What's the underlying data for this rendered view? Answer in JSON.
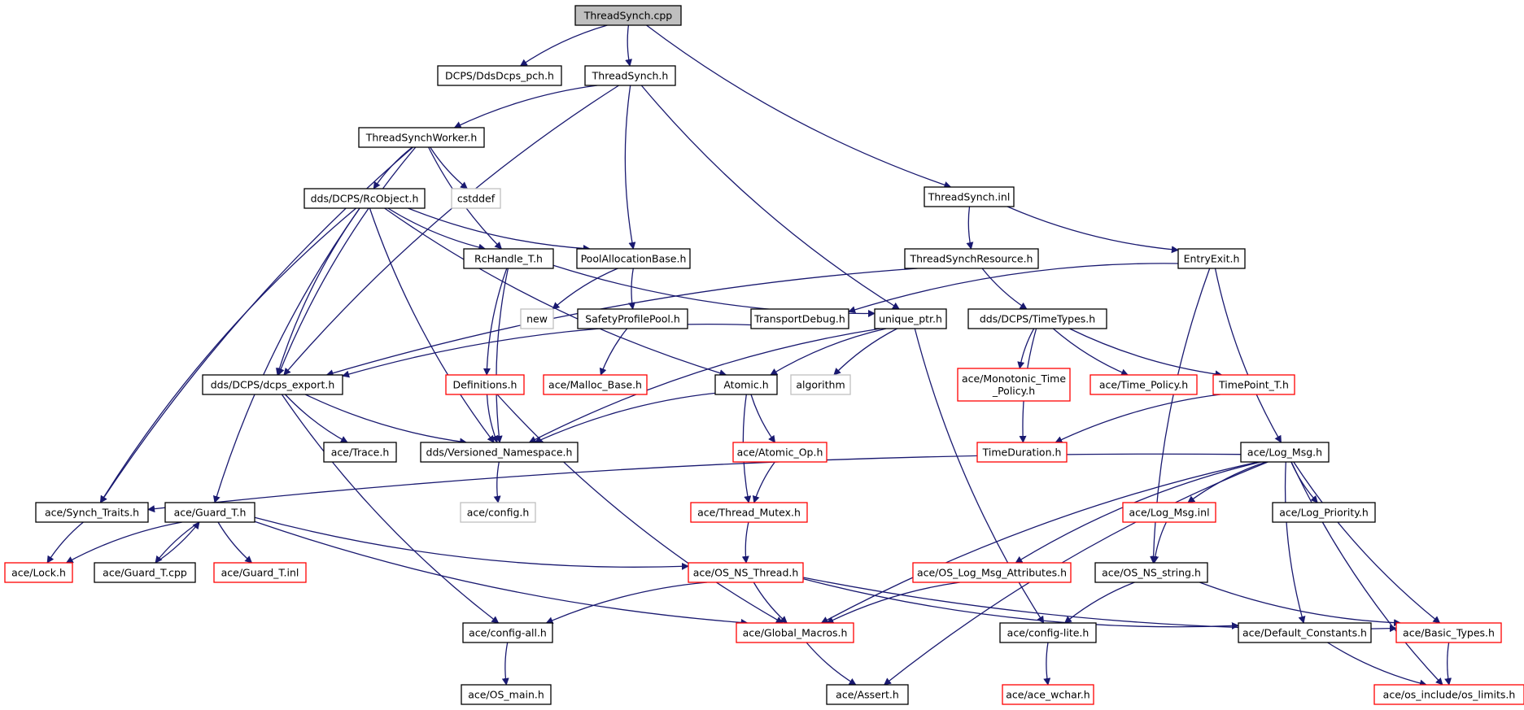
{
  "colors": {
    "edge": "#191970",
    "box_default": "#000000",
    "box_missing": "#ff0000",
    "box_external": "#bfbfbf",
    "root_fill": "#bfbfbf",
    "fill": "#ffffff"
  },
  "nodes": [
    {
      "id": "n0",
      "label": "ThreadSynch.cpp",
      "style": "root"
    },
    {
      "id": "n1",
      "label": "DCPS/DdsDcps_pch.h",
      "style": "normal"
    },
    {
      "id": "n2",
      "label": "ThreadSynch.h",
      "style": "normal"
    },
    {
      "id": "n3",
      "label": "ThreadSynchWorker.h",
      "style": "normal"
    },
    {
      "id": "n4",
      "label": "ThreadSynch.inl",
      "style": "normal"
    },
    {
      "id": "n5",
      "label": "dds/DCPS/RcObject.h",
      "style": "normal"
    },
    {
      "id": "n6",
      "label": "cstddef",
      "style": "external"
    },
    {
      "id": "n7",
      "label": "RcHandle_T.h",
      "style": "normal"
    },
    {
      "id": "n8",
      "label": "PoolAllocationBase.h",
      "style": "normal"
    },
    {
      "id": "n9",
      "label": "ThreadSynchResource.h",
      "style": "normal"
    },
    {
      "id": "n10",
      "label": "EntryExit.h",
      "style": "normal"
    },
    {
      "id": "n11",
      "label": "new",
      "style": "external"
    },
    {
      "id": "n12",
      "label": "SafetyProfilePool.h",
      "style": "normal"
    },
    {
      "id": "n13",
      "label": "TransportDebug.h",
      "style": "normal"
    },
    {
      "id": "n14",
      "label": "unique_ptr.h",
      "style": "normal"
    },
    {
      "id": "n15",
      "label": "dds/DCPS/TimeTypes.h",
      "style": "normal"
    },
    {
      "id": "n16",
      "label": "dds/DCPS/dcps_export.h",
      "style": "normal"
    },
    {
      "id": "n17",
      "label": "Definitions.h",
      "style": "missing"
    },
    {
      "id": "n18",
      "label": "ace/Malloc_Base.h",
      "style": "missing"
    },
    {
      "id": "n19",
      "label": "Atomic.h",
      "style": "normal"
    },
    {
      "id": "n20",
      "label": "algorithm",
      "style": "external"
    },
    {
      "id": "n21",
      "label": "ace/Monotonic_Time\n_Policy.h",
      "style": "missing"
    },
    {
      "id": "n22",
      "label": "ace/Time_Policy.h",
      "style": "missing"
    },
    {
      "id": "n23",
      "label": "TimePoint_T.h",
      "style": "missing"
    },
    {
      "id": "n24",
      "label": "ace/Trace.h",
      "style": "normal"
    },
    {
      "id": "n25",
      "label": "dds/Versioned_Namespace.h",
      "style": "normal"
    },
    {
      "id": "n26",
      "label": "ace/Atomic_Op.h",
      "style": "missing"
    },
    {
      "id": "n27",
      "label": "TimeDuration.h",
      "style": "missing"
    },
    {
      "id": "n28",
      "label": "ace/Log_Msg.h",
      "style": "normal"
    },
    {
      "id": "n29",
      "label": "ace/Synch_Traits.h",
      "style": "normal"
    },
    {
      "id": "n30",
      "label": "ace/Guard_T.h",
      "style": "normal"
    },
    {
      "id": "n31",
      "label": "ace/config.h",
      "style": "external"
    },
    {
      "id": "n32",
      "label": "ace/Thread_Mutex.h",
      "style": "missing"
    },
    {
      "id": "n33",
      "label": "ace/Log_Msg.inl",
      "style": "missing"
    },
    {
      "id": "n34",
      "label": "ace/Log_Priority.h",
      "style": "normal"
    },
    {
      "id": "n35",
      "label": "ace/Lock.h",
      "style": "missing"
    },
    {
      "id": "n36",
      "label": "ace/Guard_T.cpp",
      "style": "normal"
    },
    {
      "id": "n37",
      "label": "ace/Guard_T.inl",
      "style": "missing"
    },
    {
      "id": "n38",
      "label": "ace/OS_NS_Thread.h",
      "style": "missing"
    },
    {
      "id": "n39",
      "label": "ace/OS_Log_Msg_Attributes.h",
      "style": "missing"
    },
    {
      "id": "n40",
      "label": "ace/OS_NS_string.h",
      "style": "normal"
    },
    {
      "id": "n41",
      "label": "ace/config-all.h",
      "style": "normal"
    },
    {
      "id": "n42",
      "label": "ace/Global_Macros.h",
      "style": "missing"
    },
    {
      "id": "n43",
      "label": "ace/config-lite.h",
      "style": "normal"
    },
    {
      "id": "n44",
      "label": "ace/Default_Constants.h",
      "style": "normal"
    },
    {
      "id": "n45",
      "label": "ace/Basic_Types.h",
      "style": "missing"
    },
    {
      "id": "n46",
      "label": "ace/OS_main.h",
      "style": "normal"
    },
    {
      "id": "n47",
      "label": "ace/Assert.h",
      "style": "normal"
    },
    {
      "id": "n48",
      "label": "ace/ace_wchar.h",
      "style": "missing"
    },
    {
      "id": "n49",
      "label": "ace/os_include/os_limits.h",
      "style": "missing"
    }
  ],
  "edges": [
    [
      "n0",
      "n1"
    ],
    [
      "n0",
      "n2"
    ],
    [
      "n0",
      "n4"
    ],
    [
      "n2",
      "n3"
    ],
    [
      "n2",
      "n8"
    ],
    [
      "n2",
      "n14"
    ],
    [
      "n2",
      "n16"
    ],
    [
      "n3",
      "n5"
    ],
    [
      "n3",
      "n6"
    ],
    [
      "n3",
      "n7"
    ],
    [
      "n3",
      "n16"
    ],
    [
      "n3",
      "n29"
    ],
    [
      "n4",
      "n9"
    ],
    [
      "n4",
      "n10"
    ],
    [
      "n5",
      "n7"
    ],
    [
      "n5",
      "n8"
    ],
    [
      "n5",
      "n16"
    ],
    [
      "n5",
      "n19"
    ],
    [
      "n5",
      "n25"
    ],
    [
      "n5",
      "n29"
    ],
    [
      "n5",
      "n30"
    ],
    [
      "n7",
      "n14"
    ],
    [
      "n7",
      "n17"
    ],
    [
      "n7",
      "n25"
    ],
    [
      "n8",
      "n11"
    ],
    [
      "n8",
      "n12"
    ],
    [
      "n12",
      "n18"
    ],
    [
      "n9",
      "n16"
    ],
    [
      "n9",
      "n15"
    ],
    [
      "n10",
      "n13"
    ],
    [
      "n10",
      "n28"
    ],
    [
      "n10",
      "n40"
    ],
    [
      "n13",
      "n16"
    ],
    [
      "n14",
      "n19"
    ],
    [
      "n14",
      "n20"
    ],
    [
      "n14",
      "n25"
    ],
    [
      "n14",
      "n43"
    ],
    [
      "n15",
      "n21"
    ],
    [
      "n15",
      "n22"
    ],
    [
      "n15",
      "n23"
    ],
    [
      "n15",
      "n27"
    ],
    [
      "n23",
      "n27"
    ],
    [
      "n16",
      "n24"
    ],
    [
      "n16",
      "n25"
    ],
    [
      "n16",
      "n41"
    ],
    [
      "n17",
      "n25"
    ],
    [
      "n17",
      "n42"
    ],
    [
      "n19",
      "n25"
    ],
    [
      "n19",
      "n26"
    ],
    [
      "n19",
      "n32"
    ],
    [
      "n26",
      "n32"
    ],
    [
      "n25",
      "n31"
    ],
    [
      "n28",
      "n29"
    ],
    [
      "n28",
      "n33"
    ],
    [
      "n28",
      "n34"
    ],
    [
      "n28",
      "n39"
    ],
    [
      "n28",
      "n42"
    ],
    [
      "n28",
      "n44"
    ],
    [
      "n28",
      "n45"
    ],
    [
      "n28",
      "n47"
    ],
    [
      "n28",
      "n49"
    ],
    [
      "n29",
      "n35"
    ],
    [
      "n30",
      "n35"
    ],
    [
      "n30",
      "n36"
    ],
    [
      "n30",
      "n37"
    ],
    [
      "n30",
      "n38"
    ],
    [
      "n30",
      "n42"
    ],
    [
      "n36",
      "n30"
    ],
    [
      "n32",
      "n38"
    ],
    [
      "n33",
      "n40"
    ],
    [
      "n38",
      "n41"
    ],
    [
      "n38",
      "n42"
    ],
    [
      "n38",
      "n44"
    ],
    [
      "n38",
      "n45"
    ],
    [
      "n39",
      "n42"
    ],
    [
      "n40",
      "n43"
    ],
    [
      "n40",
      "n45"
    ],
    [
      "n41",
      "n46"
    ],
    [
      "n42",
      "n47"
    ],
    [
      "n43",
      "n48"
    ],
    [
      "n44",
      "n49"
    ],
    [
      "n45",
      "n49"
    ]
  ]
}
